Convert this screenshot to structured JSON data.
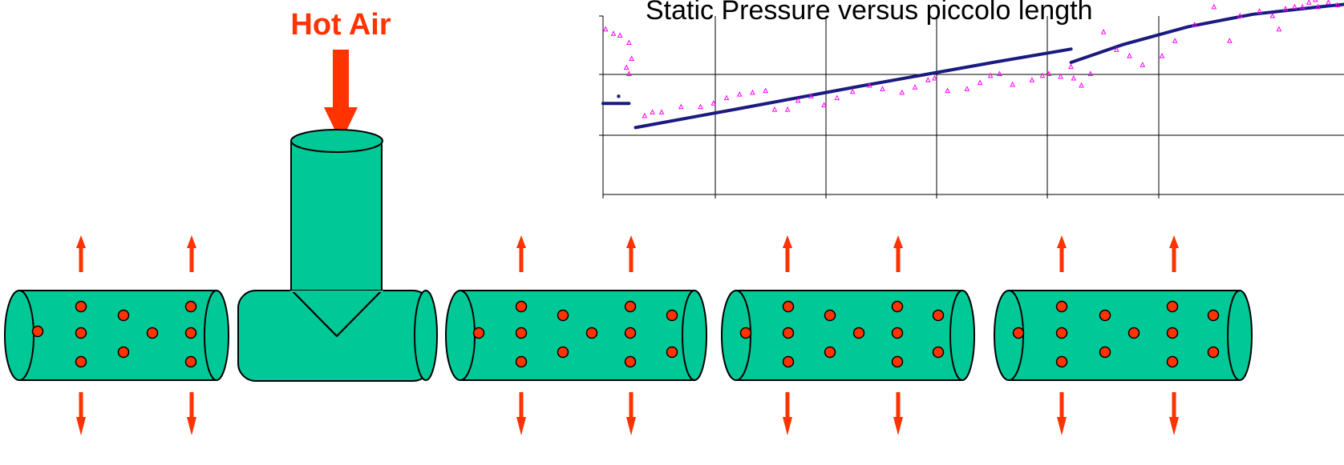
{
  "diagram": {
    "inlet_label": "Hot Air",
    "colors": {
      "pipe_fill": "#00c896",
      "outline": "#000000",
      "hole": "#ff3300",
      "arrow": "#ff3300",
      "label": "#ff3300"
    },
    "icons": {
      "flow_in": "arrow-down-icon",
      "flow_out_up": "arrow-up-icon",
      "flow_out_down": "arrow-down-icon"
    }
  },
  "chart_data": {
    "type": "scatter",
    "title": "Static Pressure versus piccolo length",
    "xlabel": "",
    "ylabel": "",
    "xlim": [
      0,
      5.7
    ],
    "ylim": [
      0,
      2
    ],
    "grid": true,
    "colors": {
      "line_series": "#1a1a80",
      "marker_series": "#ff00ff"
    },
    "series": [
      {
        "marker": "dot",
        "segments": [
          [
            [
              0.0,
              1.02
            ],
            [
              0.2,
              1.02
            ]
          ],
          [
            [
              0.12,
              1.1
            ],
            [
              0.12,
              1.1
            ]
          ],
          [
            [
              0.25,
              0.75
            ],
            [
              1.0,
              0.95
            ],
            [
              2.0,
              1.22
            ],
            [
              3.0,
              1.48
            ],
            [
              3.6,
              1.63
            ]
          ],
          [
            [
              3.6,
              1.48
            ],
            [
              4.0,
              1.68
            ],
            [
              4.5,
              1.88
            ],
            [
              5.0,
              2.02
            ],
            [
              5.5,
              2.1
            ],
            [
              5.7,
              2.13
            ]
          ]
        ]
      },
      {
        "marker": "triangle",
        "points": [
          [
            0.02,
            1.85
          ],
          [
            0.08,
            1.8
          ],
          [
            0.13,
            1.78
          ],
          [
            0.2,
            1.7
          ],
          [
            0.22,
            1.52
          ],
          [
            0.18,
            1.42
          ],
          [
            0.2,
            1.35
          ],
          [
            0.32,
            0.88
          ],
          [
            0.38,
            0.92
          ],
          [
            0.45,
            0.92
          ],
          [
            0.6,
            0.98
          ],
          [
            0.75,
            0.98
          ],
          [
            0.85,
            1.02
          ],
          [
            0.95,
            1.08
          ],
          [
            1.05,
            1.12
          ],
          [
            1.15,
            1.14
          ],
          [
            1.25,
            1.16
          ],
          [
            1.32,
            0.95
          ],
          [
            1.42,
            0.95
          ],
          [
            1.5,
            1.05
          ],
          [
            1.6,
            1.1
          ],
          [
            1.7,
            1.0
          ],
          [
            1.8,
            1.08
          ],
          [
            1.92,
            1.15
          ],
          [
            2.05,
            1.22
          ],
          [
            2.15,
            1.18
          ],
          [
            2.3,
            1.14
          ],
          [
            2.4,
            1.2
          ],
          [
            2.5,
            1.28
          ],
          [
            2.55,
            1.3
          ],
          [
            2.65,
            1.16
          ],
          [
            2.8,
            1.18
          ],
          [
            2.9,
            1.25
          ],
          [
            2.98,
            1.33
          ],
          [
            3.05,
            1.35
          ],
          [
            3.15,
            1.23
          ],
          [
            3.3,
            1.28
          ],
          [
            3.38,
            1.33
          ],
          [
            3.43,
            1.35
          ],
          [
            3.52,
            1.32
          ],
          [
            3.62,
            1.3
          ],
          [
            3.6,
            1.43
          ],
          [
            3.68,
            1.22
          ],
          [
            3.75,
            1.35
          ],
          [
            3.85,
            1.82
          ],
          [
            3.95,
            1.62
          ],
          [
            4.05,
            1.55
          ],
          [
            4.15,
            1.45
          ],
          [
            4.3,
            1.55
          ],
          [
            4.4,
            1.72
          ],
          [
            4.55,
            1.9
          ],
          [
            4.7,
            2.1
          ],
          [
            4.82,
            1.72
          ],
          [
            4.9,
            2.0
          ],
          [
            5.05,
            2.05
          ],
          [
            5.15,
            2.0
          ],
          [
            5.2,
            1.85
          ],
          [
            5.25,
            2.08
          ],
          [
            5.32,
            2.1
          ],
          [
            5.38,
            2.1
          ],
          [
            5.43,
            2.15
          ],
          [
            5.48,
            2.18
          ],
          [
            5.5,
            2.1
          ],
          [
            5.55,
            2.25
          ],
          [
            5.58,
            2.15
          ],
          [
            5.62,
            2.28
          ],
          [
            5.65,
            2.12
          ],
          [
            5.7,
            2.22
          ]
        ]
      }
    ]
  }
}
